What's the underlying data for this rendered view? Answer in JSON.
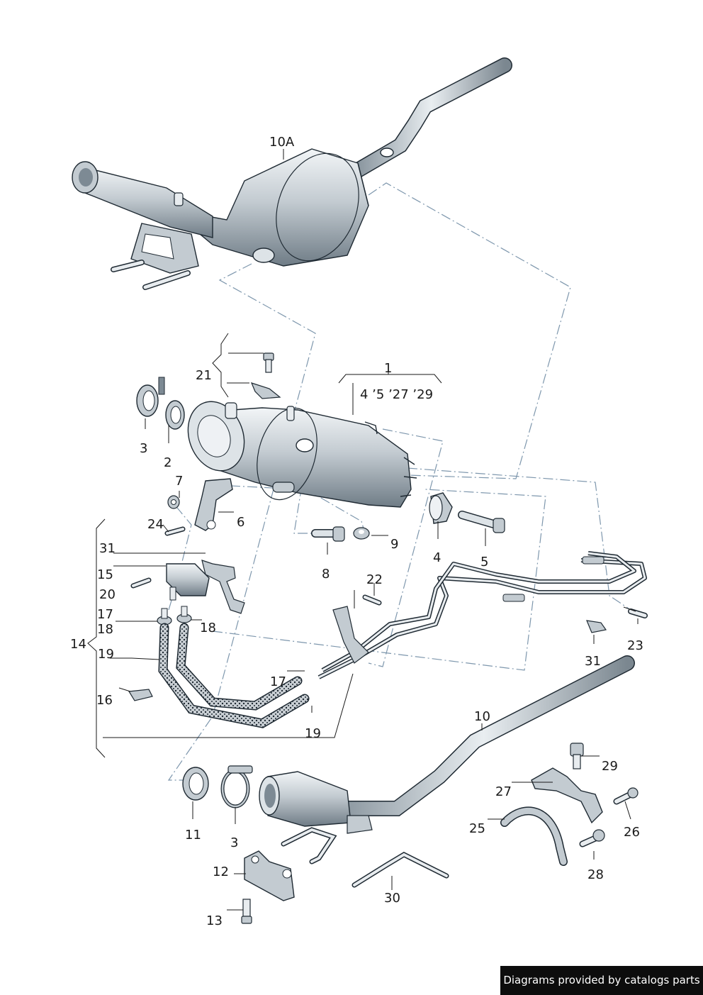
{
  "labels": {
    "l10A": "10A",
    "l1": "1",
    "l1sub": "4 ’5 ’27 ’29",
    "l21": "21",
    "l3a": "3",
    "l2": "2",
    "l7": "7",
    "l6": "6",
    "l24": "24",
    "l9": "9",
    "l8": "8",
    "l4": "4",
    "l5": "5",
    "l31a": "31",
    "l15": "15",
    "l20": "20",
    "l22": "22",
    "l17a": "17",
    "l18a": "18",
    "l18b": "18",
    "l14": "14",
    "l19a": "19",
    "l17b": "17",
    "l16": "16",
    "l19b": "19",
    "l23": "23",
    "l31b": "31",
    "l10": "10",
    "l29": "29",
    "l27": "27",
    "l26": "26",
    "l25": "25",
    "l28": "28",
    "l11": "11",
    "l3b": "3",
    "l12": "12",
    "l13": "13",
    "l30": "30"
  },
  "footer": {
    "credit": "Diagrams provided by catalogs parts"
  },
  "colors": {
    "metal_light": "#e8ecef",
    "metal_dark": "#7d8a94",
    "outline": "#1f2a33",
    "dashline": "#7e97ad",
    "credit_bg": "#0d0d0d"
  }
}
